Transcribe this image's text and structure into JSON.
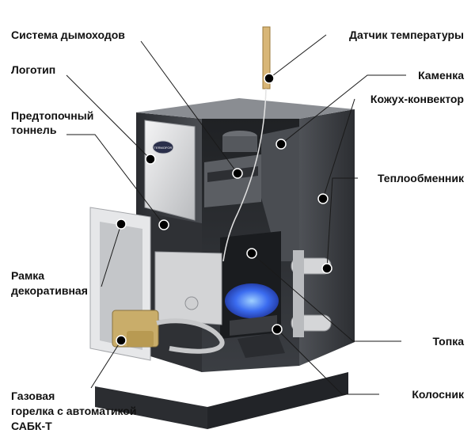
{
  "labels": {
    "chimney_system": "Система дымоходов",
    "logo": "Логотип",
    "pre_firebox_tunnel_1": "Предтопочный",
    "pre_firebox_tunnel_2": "тоннель",
    "decorative_frame_1": "Рамка",
    "decorative_frame_2": "декоративная",
    "gas_burner_1": "Газовая",
    "gas_burner_2": "горелка с автоматикой",
    "gas_burner_3": "САБК-Т",
    "temperature_sensor": "Датчик температуры",
    "stone_box": "Каменка",
    "casing_convector": "Кожух-конвектор",
    "heat_exchanger": "Теплообменник",
    "firebox": "Топка",
    "grate": "Колосник"
  },
  "logo_badge_text": "TERMOFOR",
  "colors": {
    "text": "#111111",
    "leader_line": "#1a1a1a",
    "marker": "#000000",
    "marker_ring": "#ffffff",
    "casing_dark": "#3a3d42",
    "casing_mid": "#55585d",
    "door_panel": "#d8d9db",
    "flame": "#3b6cf0"
  }
}
